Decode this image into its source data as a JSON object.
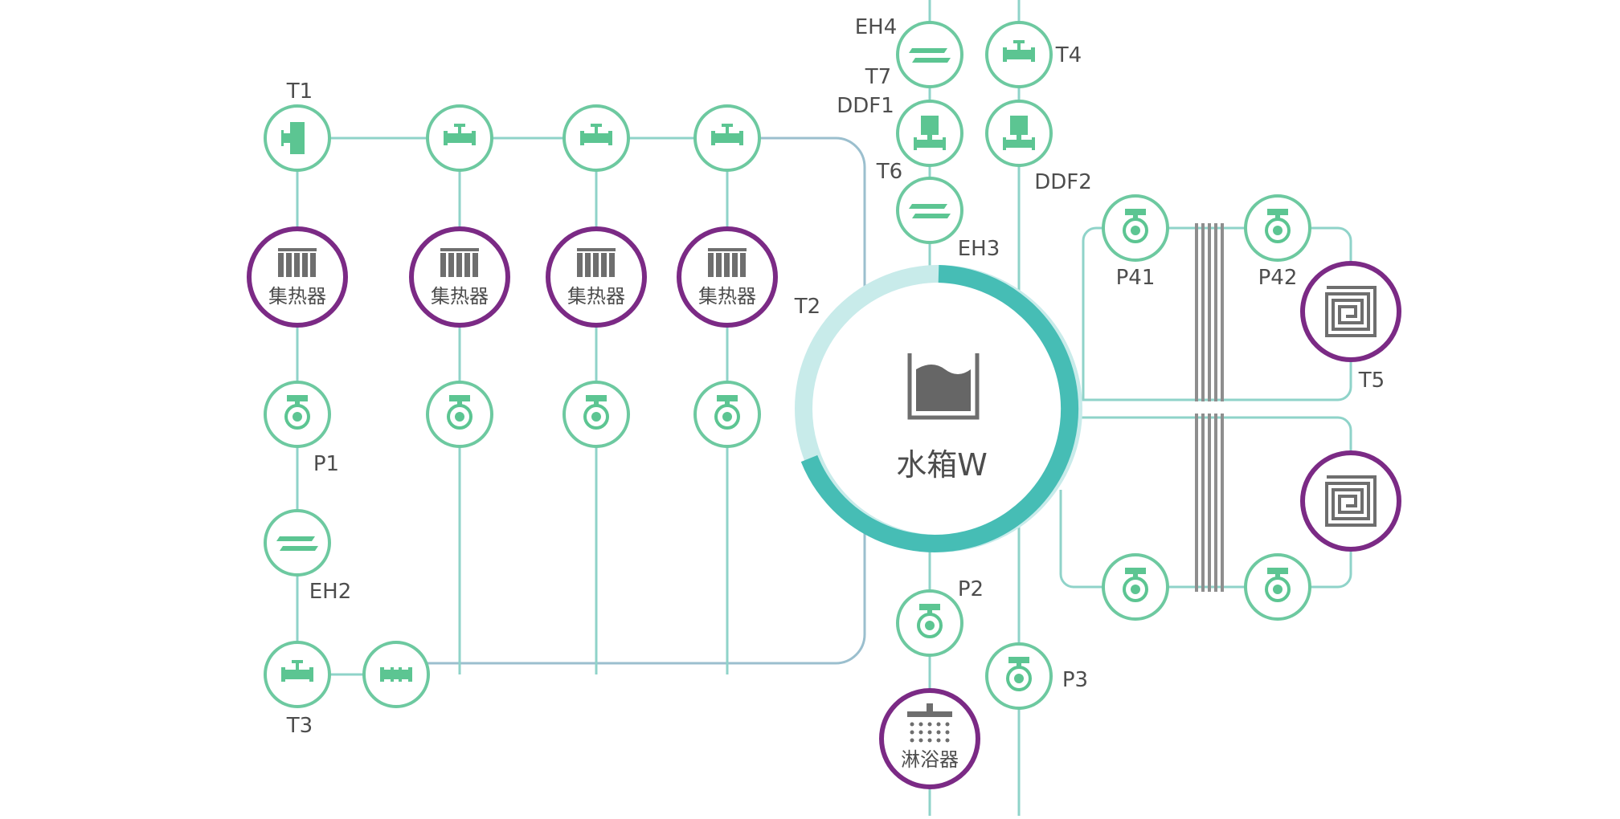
{
  "colors": {
    "pipe": "#8fd3c9",
    "pipe_dark": "#9bbfce",
    "node_ring": "#6dc9a0",
    "icon": "#5cc592",
    "device_ring": "#7b2a85",
    "device_icon": "#6e6e6e",
    "tank_ring_main": "#46bdb5",
    "tank_ring_light": "#c8ebea",
    "label": "#4d4d4d"
  },
  "labels": {
    "T1": "T1",
    "T2": "T2",
    "T3": "T3",
    "T4": "T4",
    "T5": "T5",
    "T6": "T6",
    "T7": "T7",
    "P1": "P1",
    "P2": "P2",
    "P3": "P3",
    "P41": "P41",
    "P42": "P42",
    "EH2": "EH2",
    "EH3": "EH3",
    "EH4": "EH4",
    "DDF1": "DDF1",
    "DDF2": "DDF2"
  },
  "collector_label": "集热器",
  "shower_label": "淋浴器",
  "tank_label": "水箱W",
  "icons": {
    "pump": "pump-icon",
    "valve": "valve-icon",
    "heater": "heater-icon",
    "collector": "radiator-icon",
    "shower": "shower-icon",
    "tank": "water-tank-icon",
    "floor_coil": "floor-heating-coil-icon",
    "solenoid": "solenoid-valve-icon"
  }
}
